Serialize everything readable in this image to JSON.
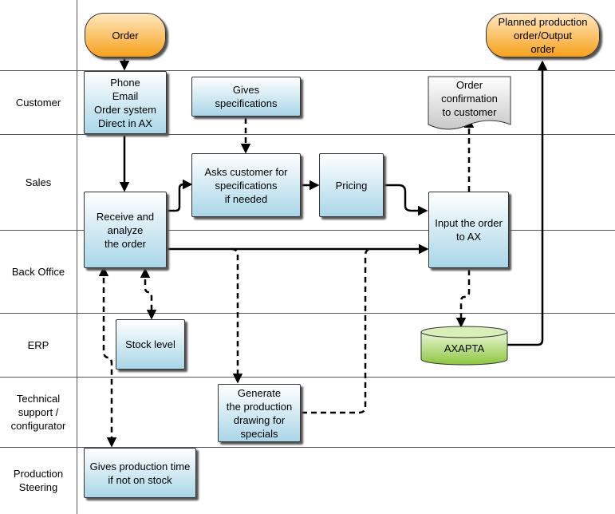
{
  "lanes": [
    {
      "label": ""
    },
    {
      "label": "Customer"
    },
    {
      "label": "Sales"
    },
    {
      "label": "Back Office"
    },
    {
      "label": "ERP"
    },
    {
      "label": "Technical\nsupport /\nconfigurator"
    },
    {
      "label": "Production\nSteering"
    }
  ],
  "nodes": {
    "order": "Order",
    "planned": "Planned production\norder/Output\norder",
    "phone": "Phone\nEmail\nOrder system\nDirect in AX",
    "gives_spec": "Gives\nspecifications",
    "order_conf": "Order\nconfirmation\nto customer",
    "asks": "Asks customer for\nspecifications\nif needed",
    "pricing": "Pricing",
    "receive": "Receive and\nanalyze\nthe order",
    "input": "Input the order\nto AX",
    "stock": "Stock level",
    "axapta": "AXAPTA",
    "generate": "Generate\nthe production\ndrawing for\nspecials",
    "gives_time": "Gives production time\nif not on stock"
  },
  "colors": {
    "start_end": "#f7a11a",
    "process": "#a9d6e8",
    "database": "#8cc63f"
  }
}
